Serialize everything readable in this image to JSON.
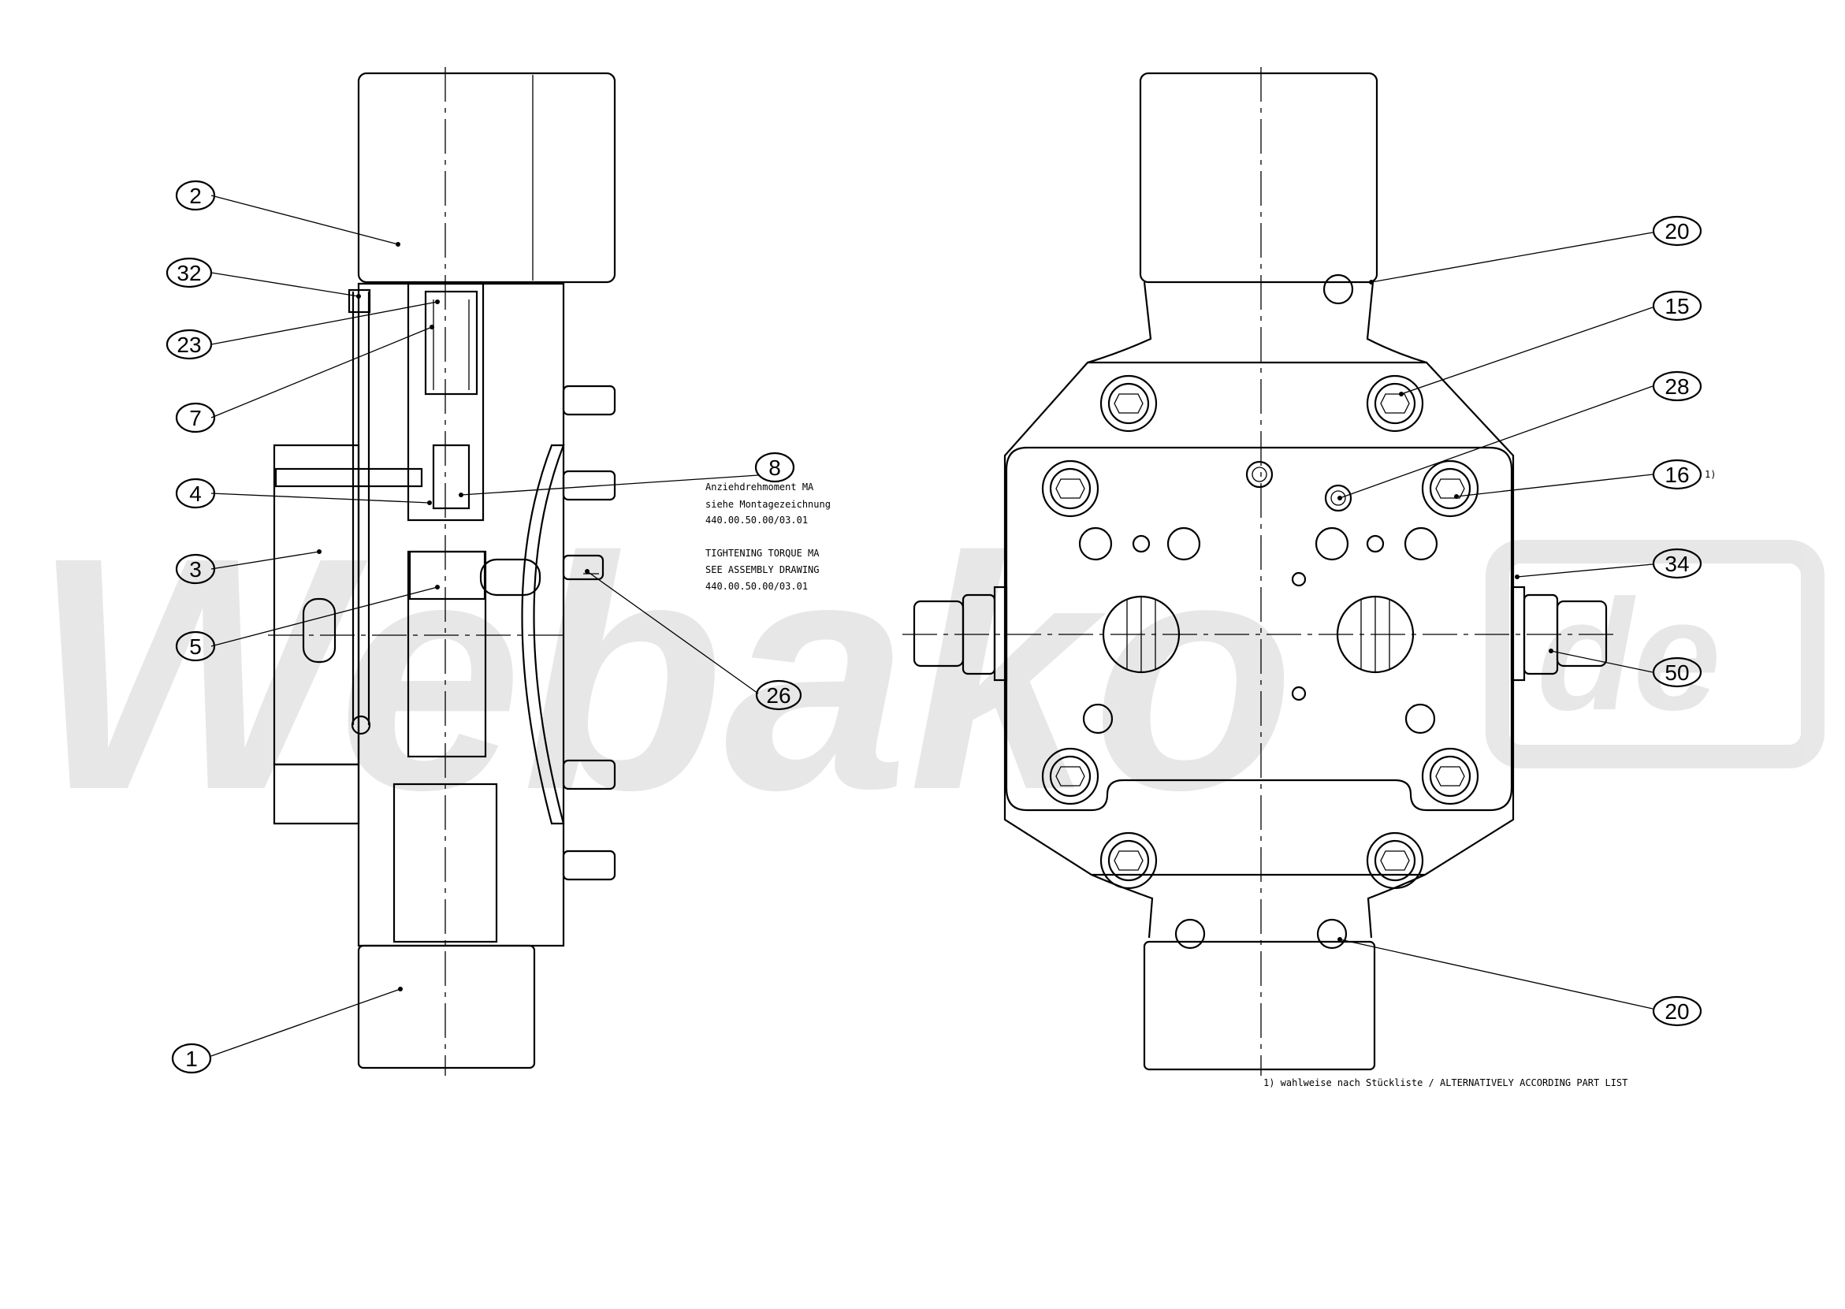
{
  "watermark": {
    "text": "Webako",
    "suffix": "de"
  },
  "left_view": {
    "balloons": [
      {
        "id": "b2",
        "label": "2"
      },
      {
        "id": "b32",
        "label": "32"
      },
      {
        "id": "b23",
        "label": "23"
      },
      {
        "id": "b7",
        "label": "7"
      },
      {
        "id": "b4",
        "label": "4"
      },
      {
        "id": "b3",
        "label": "3"
      },
      {
        "id": "b5",
        "label": "5"
      },
      {
        "id": "b1",
        "label": "1"
      },
      {
        "id": "b8",
        "label": "8"
      },
      {
        "id": "b26",
        "label": "26"
      }
    ],
    "torque_note": {
      "de_line1": "Anziehdrehmoment MA",
      "de_line2": "siehe Montagezeichnung",
      "de_line3": "440.00.50.00/03.01",
      "en_line1": "TIGHTENING TORQUE MA",
      "en_line2": "SEE ASSEMBLY DRAWING",
      "en_line3": "440.00.50.00/03.01"
    }
  },
  "right_view": {
    "balloons": [
      {
        "id": "b20a",
        "label": "20"
      },
      {
        "id": "b15",
        "label": "15"
      },
      {
        "id": "b28",
        "label": "28"
      },
      {
        "id": "b16",
        "label": "16"
      },
      {
        "id": "b34",
        "label": "34"
      },
      {
        "id": "b50",
        "label": "50"
      },
      {
        "id": "b20b",
        "label": "20"
      }
    ],
    "footnote_marker": "1)",
    "footnote": "1) wahlweise nach Stückliste / ALTERNATIVELY ACCORDING PART LIST"
  }
}
